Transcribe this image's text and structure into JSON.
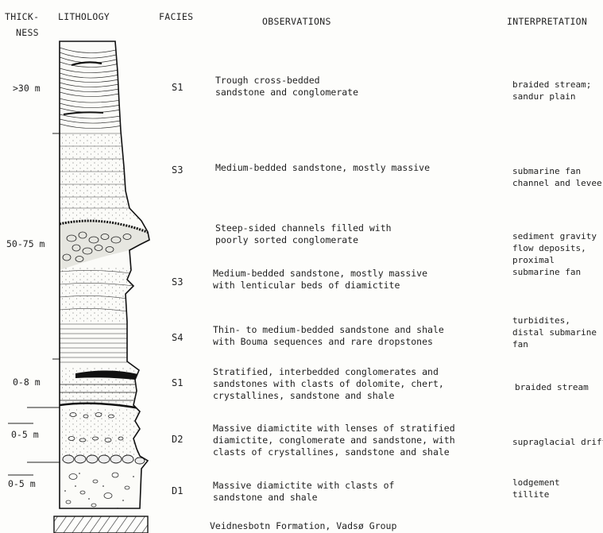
{
  "headers": {
    "thickness_line1": "THICK-",
    "thickness_line2": "NESS",
    "lithology": "LITHOLOGY",
    "facies": "FACIES",
    "observations": "OBSERVATIONS",
    "interpretation": "INTERPRETATION"
  },
  "units": [
    {
      "thickness": ">30 m",
      "facies": "S1",
      "observation": [
        "Trough cross-bedded",
        "sandstone and conglomerate"
      ],
      "interpretation": [
        "braided stream;",
        "sandur plain"
      ]
    },
    {
      "thickness": "",
      "facies": "S3",
      "observation": [
        "Medium-bedded sandstone, mostly massive"
      ],
      "interpretation": [
        "submarine fan",
        "channel and levee"
      ]
    },
    {
      "thickness": "50-75 m",
      "facies": "",
      "observation": [
        "Steep-sided channels filled with",
        "poorly sorted conglomerate"
      ],
      "interpretation": [
        "sediment gravity",
        "flow deposits,",
        "proximal",
        "submarine fan"
      ]
    },
    {
      "thickness": "",
      "facies": "S3",
      "observation": [
        "Medium-bedded sandstone, mostly massive",
        "with lenticular beds of diamictite"
      ],
      "interpretation": []
    },
    {
      "thickness": "",
      "facies": "S4",
      "observation": [
        "Thin- to medium-bedded sandstone and shale",
        "with Bouma sequences and rare dropstones"
      ],
      "interpretation": [
        "turbidites,",
        "distal submarine",
        "fan"
      ]
    },
    {
      "thickness": "0-8 m",
      "facies": "S1",
      "observation": [
        "Stratified, interbedded conglomerates and",
        "sandstones with clasts of dolomite, chert,",
        "crystallines, sandstone and shale"
      ],
      "interpretation": [
        "braided stream"
      ]
    },
    {
      "thickness": "0-5 m",
      "facies": "D2",
      "observation": [
        "Massive diamictite with lenses of stratified",
        "diamictite, conglomerate and sandstone, with",
        "clasts of crystallines, sandstone and shale"
      ],
      "interpretation": [
        "supraglacial drift"
      ]
    },
    {
      "thickness": "0-5 m",
      "facies": "D1",
      "observation": [
        "Massive diamictite with clasts of",
        "sandstone and shale"
      ],
      "interpretation": [
        "lodgement",
        "tillite"
      ]
    }
  ],
  "base_unit": "Veidnesbotn Formation, Vadsø Group"
}
